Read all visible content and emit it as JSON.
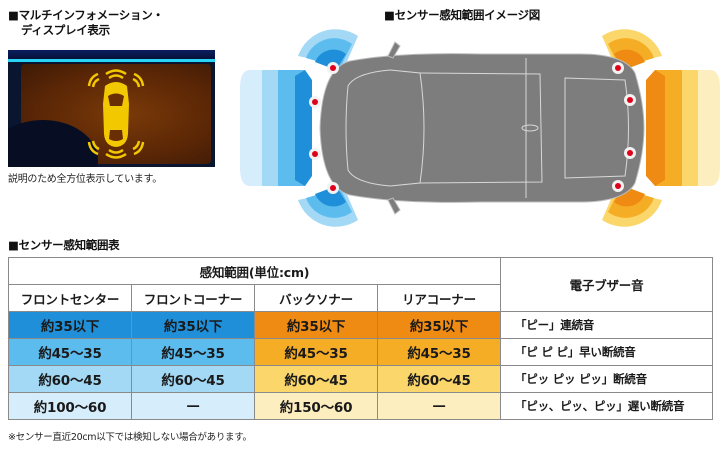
{
  "sections": {
    "multi_display": {
      "title_line1": "■マルチインフォメーション・",
      "title_line2": "ディスプレイ表示",
      "caption": "説明のため全方位表示しています。"
    },
    "sensor_image": {
      "title": "■センサー感知範囲イメージ図"
    },
    "range_table": {
      "title": "■センサー感知範囲表"
    }
  },
  "table": {
    "group_header": "感知範囲(単位:cm)",
    "buzzer_header": "電子ブザー音",
    "columns": [
      "フロントセンター",
      "フロントコーナー",
      "バックソナー",
      "リアコーナー"
    ],
    "rows": [
      {
        "cells": [
          "約35以下",
          "約35以下",
          "約35以下",
          "約35以下"
        ],
        "buzzer": "「ピー」連続音",
        "colors": [
          "#1e8fd8",
          "#1e8fd8",
          "#ef8a12",
          "#ef8a12"
        ]
      },
      {
        "cells": [
          "約45〜35",
          "約45〜35",
          "約45〜35",
          "約45〜35"
        ],
        "buzzer": "「ピ ピ ピ」早い断続音",
        "colors": [
          "#5cbcee",
          "#5cbcee",
          "#f6ad26",
          "#f6ad26"
        ]
      },
      {
        "cells": [
          "約60〜45",
          "約60〜45",
          "約60〜45",
          "約60〜45"
        ],
        "buzzer": "「ピッ ピッ ピッ」断続音",
        "colors": [
          "#a4d9f6",
          "#a4d9f6",
          "#fbd66a",
          "#fbd66a"
        ]
      },
      {
        "cells": [
          "約100〜60",
          "—",
          "約150〜60",
          "—"
        ],
        "buzzer": "「ピッ、ピッ、ピッ」遅い断続音",
        "colors": [
          "#d6edfb",
          "#d6edfb",
          "#fdeec0",
          "#fdeec0"
        ]
      }
    ]
  },
  "footnote": "※センサー直近20cm以下では検知しない場合があります。",
  "colors": {
    "front_zone_near": "#1e8fd8",
    "front_zone_mid": "#5cbcee",
    "front_zone_far": "#a4d9f6",
    "front_zone_farthest": "#d6edfb",
    "rear_zone_near": "#ef8a12",
    "rear_zone_mid": "#f6ad26",
    "rear_zone_far": "#fbd66a",
    "rear_zone_farthest": "#fdeec0",
    "sensor_dot": "#e0001a",
    "car_body": "#7d7d7d"
  }
}
